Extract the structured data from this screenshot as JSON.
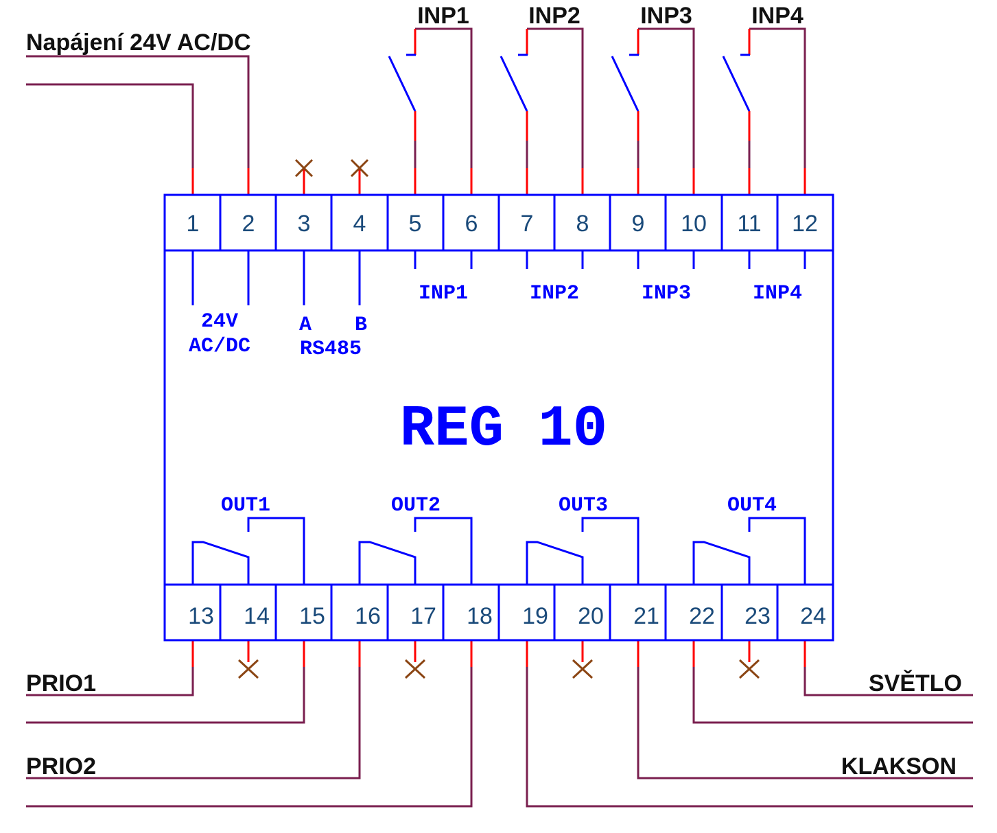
{
  "device": {
    "title": "REG 10"
  },
  "terminals_top": [
    "1",
    "2",
    "3",
    "4",
    "5",
    "6",
    "7",
    "8",
    "9",
    "10",
    "11",
    "12"
  ],
  "terminals_bottom": [
    "13",
    "14",
    "15",
    "16",
    "17",
    "18",
    "19",
    "20",
    "21",
    "22",
    "23",
    "24"
  ],
  "external": {
    "power": "Napájení 24V AC/DC",
    "switches": [
      "INP1",
      "INP2",
      "INP3",
      "INP4"
    ],
    "prio1": "PRIO1",
    "prio2": "PRIO2",
    "svetlo": "SVĚTLO",
    "klakson": "KLAKSON"
  },
  "block_labels": {
    "power_1": "24V",
    "power_2": "AC/DC",
    "rs485_a": "A",
    "rs485_b": "B",
    "rs485": "RS485",
    "inputs": [
      "INP1",
      "INP2",
      "INP3",
      "INP4"
    ],
    "outputs": [
      "OUT1",
      "OUT2",
      "OUT3",
      "OUT4"
    ]
  },
  "colors": {
    "box": "#0000ff",
    "wire": "#7a1f4f",
    "stub": "#ff0000",
    "unused_mark": "#8b4513"
  }
}
